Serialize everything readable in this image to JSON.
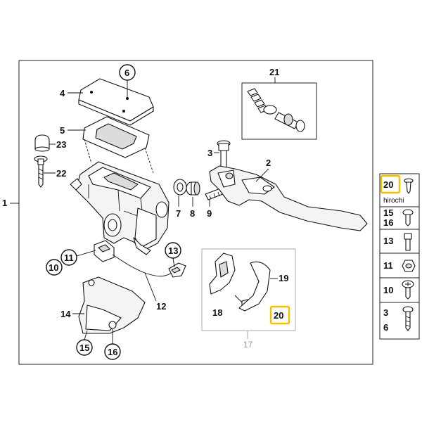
{
  "labels": {
    "l1": "1",
    "l2": "2",
    "l3": "3",
    "l4": "4",
    "l5": "5",
    "l6": "6",
    "l7": "7",
    "l8": "8",
    "l9": "9",
    "l10": "10",
    "l11": "11",
    "l12": "12",
    "l13": "13",
    "l14": "14",
    "l15": "15",
    "l16": "16",
    "l17": "17",
    "l18": "18",
    "l19": "19",
    "l20": "20",
    "l21": "21",
    "l22": "22",
    "l23": "23"
  },
  "side_panel": {
    "rows": [
      {
        "top": "20",
        "bottom": "",
        "icon": "small-screw-icon",
        "highlight": true
      },
      {
        "top": "15",
        "bottom": "16",
        "icon": "pan-head-screw-icon",
        "highlight": false
      },
      {
        "top": "13",
        "bottom": "",
        "icon": "socket-bolt-icon",
        "highlight": false
      },
      {
        "top": "11",
        "bottom": "",
        "icon": "hex-nut-icon",
        "highlight": false
      },
      {
        "top": "10",
        "bottom": "",
        "icon": "cross-head-screw-icon",
        "highlight": false
      },
      {
        "top": "3",
        "bottom": "6",
        "icon": "long-screw-icon",
        "highlight": false
      }
    ]
  },
  "watermark": "hirochi",
  "colors": {
    "highlight": "#f2c200",
    "line": "#111111",
    "subframe": "#aaaaaa"
  }
}
